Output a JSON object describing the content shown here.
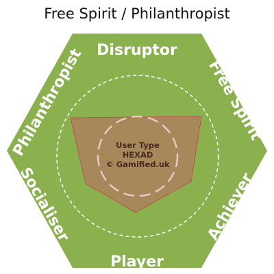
{
  "title": "Free Spirit / Philanthropist",
  "center": {
    "line1": "User Type",
    "line2": "HEXAD",
    "line3": "© Gamified.uk"
  },
  "sides": {
    "top": "Disruptor",
    "top_right": "Free Spirit",
    "bottom_right": "Achiever",
    "bottom": "Player",
    "bottom_left": "Socialiser",
    "top_left": "Philanthropist"
  },
  "colors": {
    "hexagon_fill": "#8bb04e",
    "profile_fill": "#a7885b",
    "profile_stroke": "#c0504d",
    "inner_circle": "#f2c4c4",
    "outer_circle": "#ffffff",
    "label": "#ffffff",
    "center_text": "#4a2a20"
  }
}
